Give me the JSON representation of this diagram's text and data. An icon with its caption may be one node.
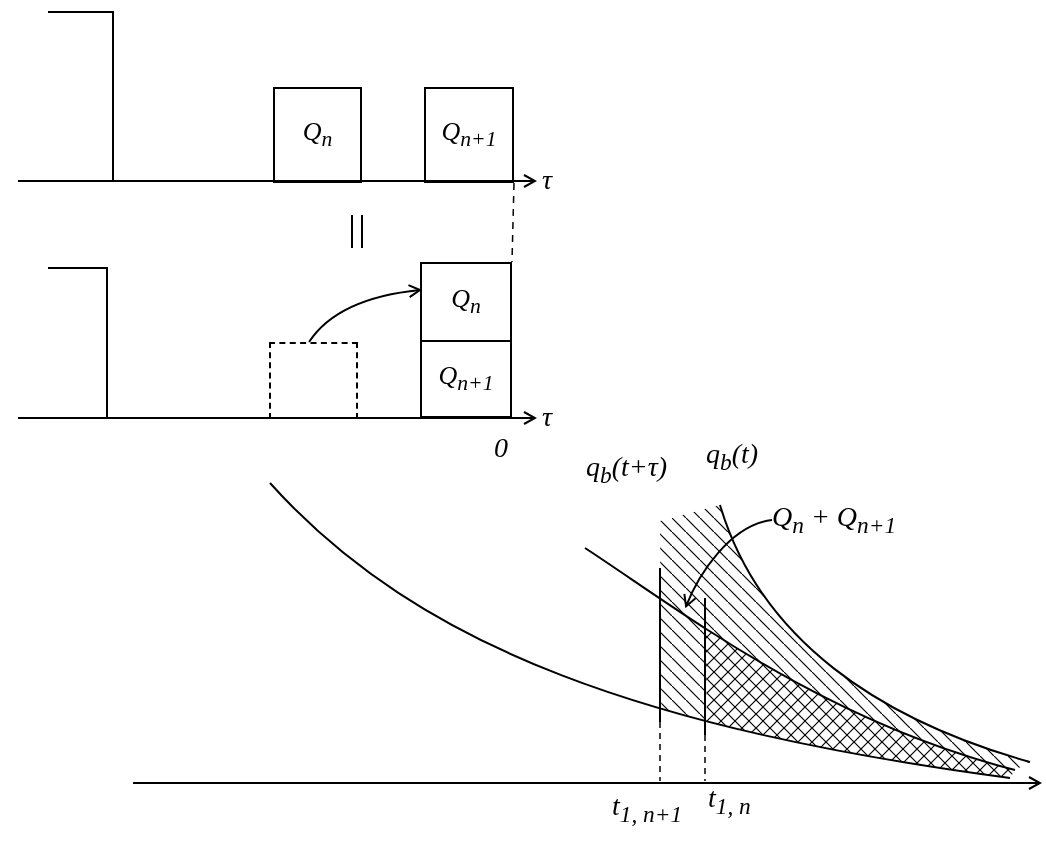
{
  "diagram": {
    "nodes": [
      {
        "text": [
          "Q$_{n}$"
        ]
      },
      {
        "text": [
          "Q$_{n+1}$"
        ]
      },
      {
        "text": [],
        "shape": "box"
      },
      {
        "text": [
          "Q$_{n}$"
        ]
      },
      {
        "text": [
          "Q$_{n+1}$"
        ]
      },
      {
        "text": [
          "Q$_{n}$ + Q$_{n+1}$"
        ]
      },
      {
        "text": [],
        "shape": "area"
      }
    ],
    "edges": [
      {
        "from": 1,
        "to": 3,
        "arrow": "none",
        "style": "dashed"
      },
      {
        "from": 2,
        "to": 3,
        "arrow": "to"
      },
      {
        "from": 5,
        "to": 6,
        "arrow": "to"
      }
    ],
    "labels": [
      "τ",
      "τ",
      "0",
      "q$_{b}$(t+τ)",
      "q$_{b}$(t)",
      "t$_{1, n+1}$",
      "t$_{1, n}$"
    ]
  }
}
